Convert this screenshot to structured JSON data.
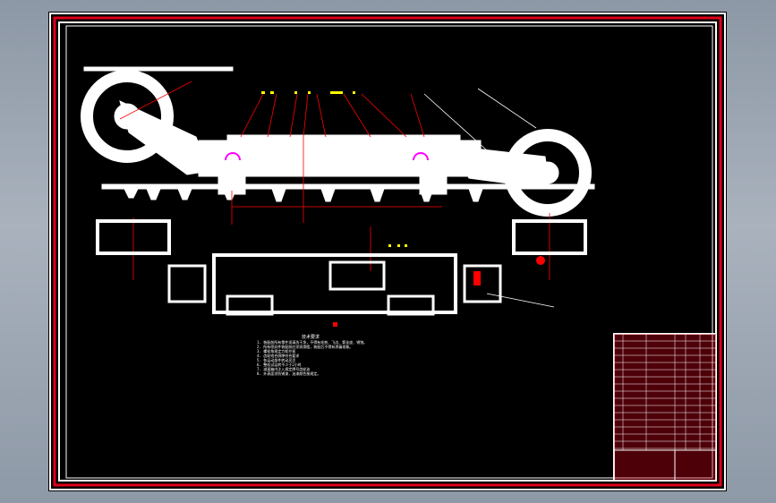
{
  "viewer": {
    "background": "#9aa4b1"
  },
  "sheet": {
    "background": "#000000",
    "frame_color": "#ffffff",
    "border_color": "#e0001a",
    "line_color": "#ffffff",
    "leader_color": "#ff0000",
    "accent_color": "#ff00ff"
  },
  "drawing": {
    "subject": "shearer ranging arm assembly with cutting drums and traction unit",
    "views": [
      "front-elevation",
      "top-plan"
    ]
  },
  "notes": {
    "heading": "技术要求",
    "lines": [
      "1. 装配前所有零件须清洗干净，不得有毛刺、飞边、氧化皮、锈蚀。",
      "2. 所有密封件装配前应涂润滑脂，装配后不得有渗漏现象。",
      "3. 螺栓按规定力矩拧紧",
      "4. 齿轮啮合侧隙符合要求",
      "5. 各运动部件转动灵活",
      "6. 整机试运转不少于2小时",
      "7. 减速箱内注入规定牌号齿轮油",
      "8. 外表面涂防锈漆，油漆颜色按规定。"
    ]
  }
}
